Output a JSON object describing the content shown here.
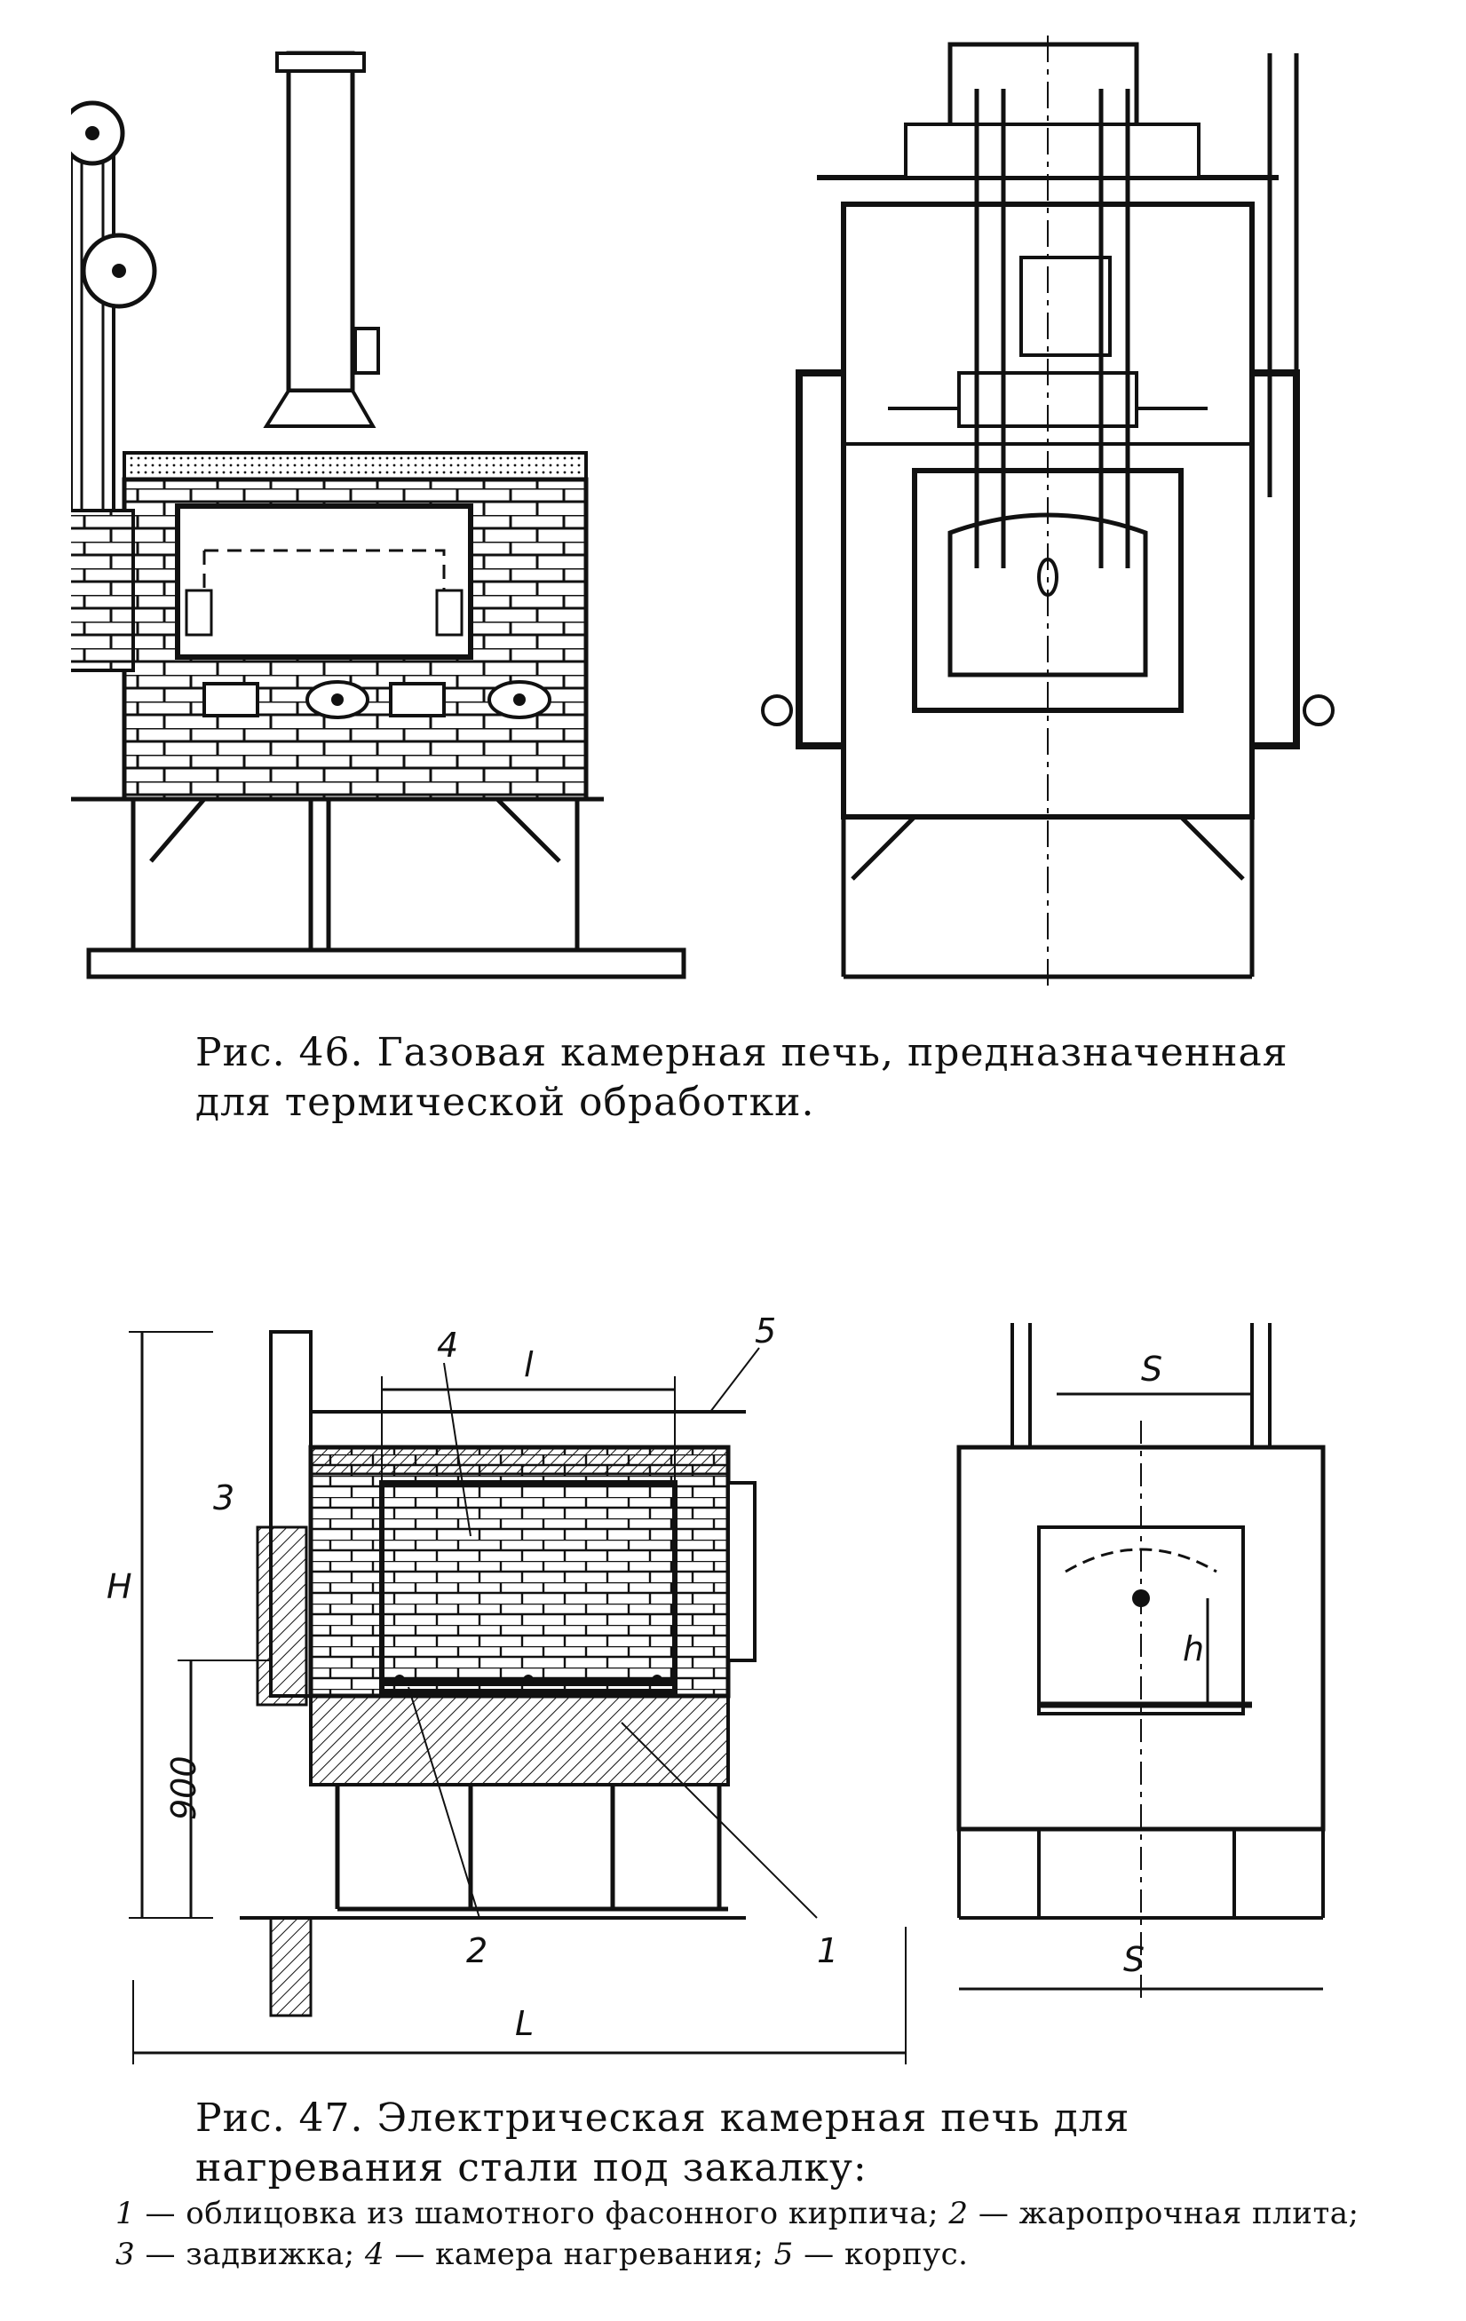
{
  "figure46": {
    "caption": "Рис. 46. Газовая камерная печь, предназначенная для термической обработки."
  },
  "figure47": {
    "caption": "Рис. 47. Электрическая камерная печь для нагревания стали под закалку:",
    "legend": [
      {
        "num": "1",
        "text": "облицовка из шамотного фасонного кирпича;"
      },
      {
        "num": "2",
        "text": "жаропрочная плита;"
      },
      {
        "num": "3",
        "text": "задвижка;"
      },
      {
        "num": "4",
        "text": "камера нагревания;"
      },
      {
        "num": "5",
        "text": "корпус."
      }
    ],
    "labels": {
      "dim_l": "l",
      "dim_L": "L",
      "dim_H": "H",
      "dim_900": "900",
      "dim_S_top": "S",
      "dim_S_bottom": "S",
      "dim_h": "h",
      "part1": "1",
      "part2": "2",
      "part3": "3",
      "part4": "4",
      "part5": "5"
    }
  }
}
